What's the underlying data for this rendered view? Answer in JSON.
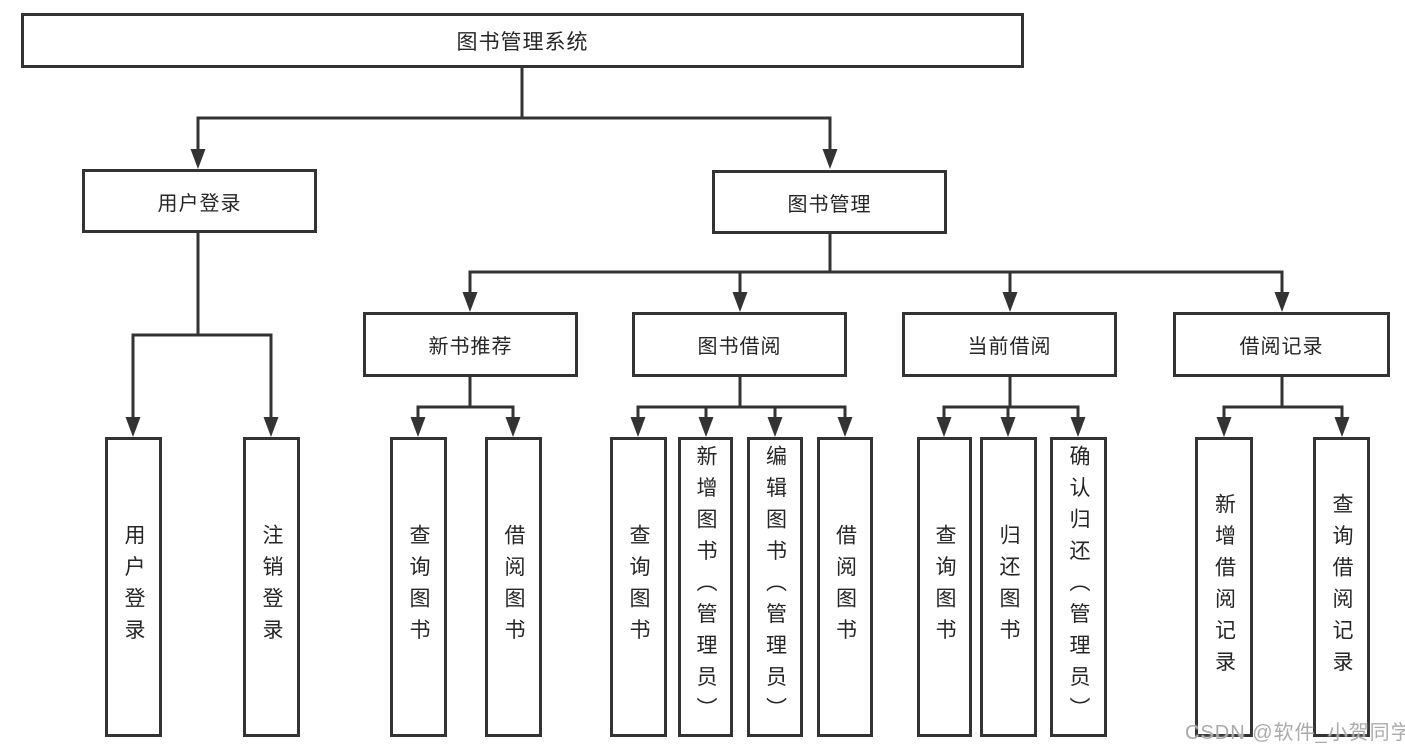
{
  "diagram": {
    "root": {
      "label": "图书管理系统"
    },
    "level2": [
      {
        "label": "用户登录"
      },
      {
        "label": "图书管理"
      }
    ],
    "level3": [
      {
        "label": "新书推荐",
        "parent": "图书管理"
      },
      {
        "label": "图书借阅",
        "parent": "图书管理"
      },
      {
        "label": "当前借阅",
        "parent": "图书管理"
      },
      {
        "label": "借阅记录",
        "parent": "图书管理"
      }
    ],
    "leaves": [
      {
        "label": "用户登录",
        "parent": "用户登录"
      },
      {
        "label": "注销登录",
        "parent": "用户登录"
      },
      {
        "label": "查询图书",
        "parent": "新书推荐"
      },
      {
        "label": "借阅图书",
        "parent": "新书推荐"
      },
      {
        "label": "查询图书",
        "parent": "图书借阅"
      },
      {
        "label": "新增图书（管理员）",
        "parent": "图书借阅"
      },
      {
        "label": "编辑图书（管理员）",
        "parent": "图书借阅"
      },
      {
        "label": "借阅图书",
        "parent": "图书借阅"
      },
      {
        "label": "查询图书",
        "parent": "当前借阅"
      },
      {
        "label": "归还图书",
        "parent": "当前借阅"
      },
      {
        "label": "确认归还（管理员）",
        "parent": "当前借阅"
      },
      {
        "label": "新增借阅记录",
        "parent": "借阅记录"
      },
      {
        "label": "查询借阅记录",
        "parent": "借阅记录"
      }
    ],
    "watermark": "CSDN @软件_小贺同学",
    "colors": {
      "line": "#333333",
      "text": "#262626",
      "background": "#ffffff",
      "watermark": "#ababab"
    }
  }
}
